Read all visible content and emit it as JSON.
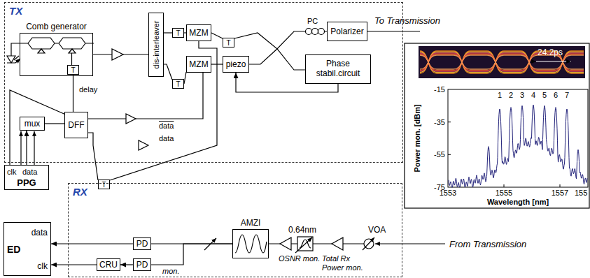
{
  "diagram": {
    "nodes": [
      {
        "text": [
          "TX"
        ]
      },
      {
        "text": [
          "Comb generator"
        ],
        "in": 0
      },
      {
        "text": [
          "T"
        ],
        "in": 1
      },
      {
        "text": [
          "dis-interleaver"
        ],
        "in": 0
      },
      {
        "text": [
          "T"
        ],
        "in": 0
      },
      {
        "text": [
          "MZM"
        ],
        "in": 0
      },
      {
        "text": [
          "T"
        ],
        "in": 0
      },
      {
        "text": [
          "T"
        ],
        "in": 0
      },
      {
        "text": [
          "MZM"
        ],
        "in": 0
      },
      {
        "text": [
          "piezo"
        ],
        "in": 0
      },
      {
        "text": [
          "Polarizer"
        ],
        "in": 0
      },
      {
        "text": [
          "Phase stabil.circuit"
        ],
        "in": 0
      },
      {
        "text": [
          "T"
        ],
        "in": 0
      },
      {
        "text": [
          "mux"
        ],
        "in": 0
      },
      {
        "text": [
          "DFF"
        ],
        "in": 0
      },
      {
        "text": [
          "T"
        ],
        "in": 0
      },
      {
        "text": [
          "PPG"
        ]
      },
      {
        "text": [
          "RX"
        ]
      },
      {
        "text": [
          "AMZI"
        ],
        "in": 17
      },
      {
        "text": [
          "PD"
        ],
        "in": 17
      },
      {
        "text": [
          "PD"
        ],
        "in": 17
      },
      {
        "text": [
          "CRU"
        ],
        "in": 17
      },
      {
        "text": [
          "data",
          "ED",
          "clk"
        ]
      }
    ],
    "edges": [
      {
        "from": 1,
        "to": 3,
        "arrow": "none"
      },
      {
        "from": 3,
        "to": 4,
        "arrow": "none"
      },
      {
        "from": 3,
        "to": 7,
        "arrow": "none"
      },
      {
        "from": 4,
        "to": 5,
        "arrow": "none"
      },
      {
        "from": 7,
        "to": 8,
        "arrow": "none"
      },
      {
        "from": 5,
        "to": 6,
        "arrow": "none"
      },
      {
        "from": 8,
        "to": 9,
        "arrow": "none"
      },
      {
        "from": 6,
        "to": 10,
        "arrow": "none"
      },
      {
        "from": 9,
        "to": 11,
        "arrow": "none"
      },
      {
        "from": 11,
        "to": 9,
        "arrow": "to"
      },
      {
        "from": 12,
        "to": 2,
        "arrow": "none"
      },
      {
        "from": 16,
        "to": 12,
        "arrow": "none"
      },
      {
        "from": 12,
        "to": 14,
        "arrow": "none"
      },
      {
        "from": 16,
        "to": 13,
        "arrow": "to"
      },
      {
        "from": 13,
        "to": 14,
        "arrow": "none"
      },
      {
        "from": 14,
        "to": 8,
        "arrow": "none",
        "label": "data"
      },
      {
        "from": 14,
        "to": 15,
        "arrow": "none"
      },
      {
        "from": 15,
        "to": 5,
        "arrow": "none",
        "label": "data"
      },
      {
        "from": 18,
        "to": 19,
        "arrow": "none"
      },
      {
        "from": 18,
        "to": 20,
        "arrow": "none"
      },
      {
        "from": 19,
        "to": 22,
        "arrow": "to"
      },
      {
        "from": 20,
        "to": 21,
        "arrow": "to"
      },
      {
        "from": 21,
        "to": 22,
        "arrow": "to"
      }
    ],
    "labels": [
      "To Transmission",
      "PC",
      "delay",
      "clk",
      "data",
      "24.2ps",
      "1",
      "2",
      "3",
      "4",
      "5",
      "6",
      "7",
      "-15",
      "-35",
      "-55",
      "-75",
      "Power mon. [dBm]",
      "1553",
      "1555",
      "1557",
      "155",
      "Wavelength [nm]",
      "0.64nm",
      "VOA",
      "OSNR mon.",
      "Total Rx Power mon.",
      "mon.",
      "From Transmission"
    ]
  }
}
